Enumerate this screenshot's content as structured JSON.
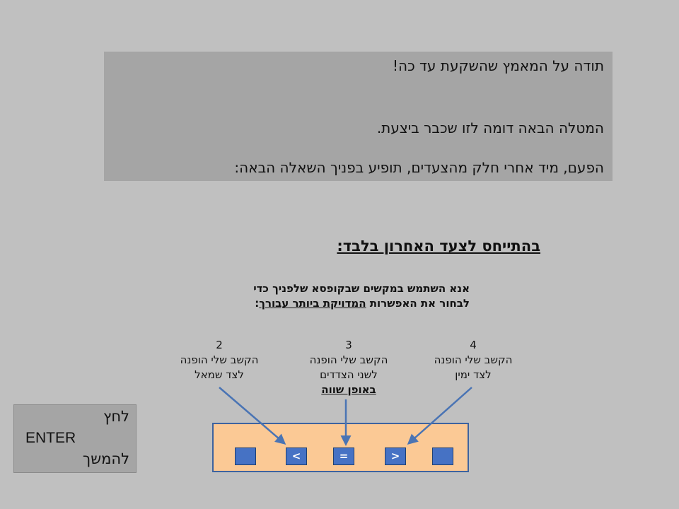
{
  "message": {
    "line1": "תודה על המאמץ שהשקעת עד כה!",
    "line2": "המטלה הבאה דומה לזו שכבר ביצעת.",
    "line3": "הפעם, מיד אחרי חלק מהצעדים, תופיע בפניך השאלה הבאה:"
  },
  "question_title": "בהתייחס לצעד האחרון בלבד:",
  "instructions": {
    "line1": "אנא השתמש במקשים שבקופסא שלפניך כדי",
    "line2_prefix": "לבחור את האפשרות ",
    "line2_underlined": "המדויקת ביותר עבורך",
    "line2_suffix": ":"
  },
  "options": [
    {
      "number": "2",
      "line1": "הקשב שלי הופנה",
      "line2": "לצד שמאל",
      "line3": ""
    },
    {
      "number": "3",
      "line1": "הקשב שלי הופנה",
      "line2": "לשני הצדדים",
      "line3": "באופן שווה"
    },
    {
      "number": "4",
      "line1": "הקשב שלי הופנה",
      "line2": "לצד ימין",
      "line3": ""
    }
  ],
  "keypad": {
    "keys": [
      "",
      "<",
      "=",
      ">",
      ""
    ],
    "key_color": "#4672c4",
    "box_color": "#fbc995",
    "border_color": "#3d63a0"
  },
  "continue_box": {
    "line1": "לחץ",
    "line2": "ENTER",
    "line3": "להמשך"
  },
  "colors": {
    "background": "#c0c0c0",
    "panel": "#a5a5a5",
    "arrow": "#4a74b4"
  }
}
